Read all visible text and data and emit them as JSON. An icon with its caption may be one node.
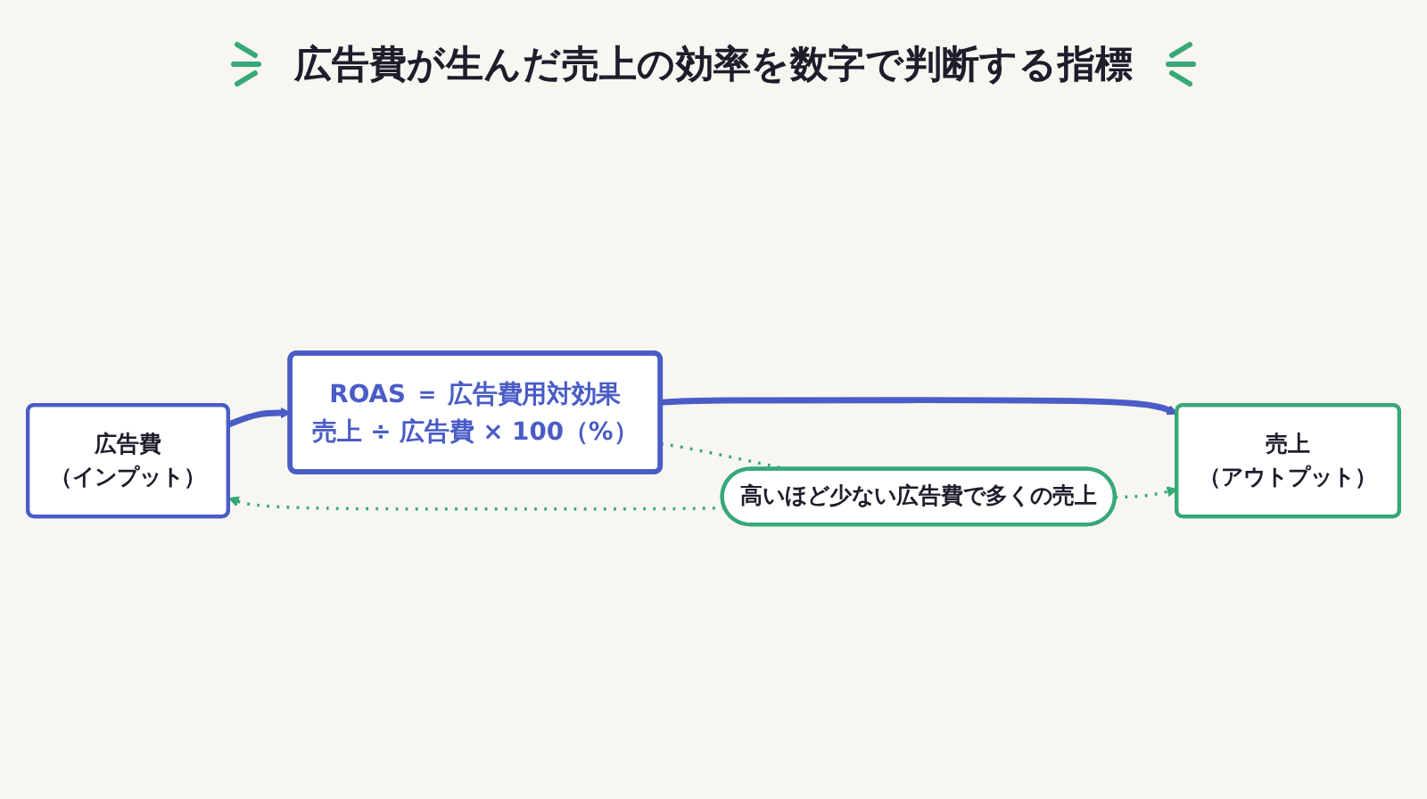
{
  "diagram": {
    "title": "広告費が生んだ売上の効率を数字で判断する指標",
    "nodes": [
      {
        "text": [
          "広告費",
          "（インプット）"
        ]
      },
      {
        "text": [
          "ROAS ＝ 広告費用対効果",
          "売上 ÷ 広告費 × 100（%）"
        ]
      },
      {
        "text": [
          "売上",
          "（アウトプット）"
        ]
      },
      {
        "text": [
          "高いほど少ない広告費で多くの売上"
        ]
      }
    ],
    "edges": [
      {
        "from": 0,
        "to": 1,
        "arrow": "to",
        "style": "thick",
        "color": "#4a5cc6"
      },
      {
        "from": 1,
        "to": 2,
        "arrow": "to",
        "style": "thick",
        "color": "#4a5cc6"
      },
      {
        "from": 1,
        "to": 3,
        "arrow": "none",
        "style": "dashed"
      },
      {
        "from": 3,
        "to": 0,
        "arrow": "to",
        "style": "dashed"
      },
      {
        "from": 3,
        "to": 2,
        "arrow": "to",
        "style": "dashed"
      }
    ]
  }
}
